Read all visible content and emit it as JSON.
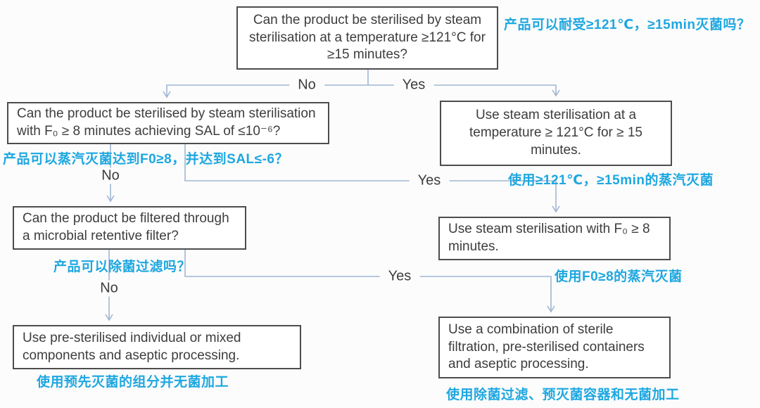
{
  "colors": {
    "connector": "#a0b6d3",
    "box_border": "#4d4d4d",
    "english_text": "#3d3d3d",
    "chinese_annotation": "#1ea7e0"
  },
  "flowchart": {
    "edge_labels": {
      "no": "No",
      "yes": "Yes"
    },
    "decisions": [
      {
        "en": "Can the product be sterilised by steam sterilisation at a temperature ≥121°C for ≥15 minutes?",
        "zh": "产品可以耐受≥121℃，≥15min灭菌吗？"
      },
      {
        "en": "Can the product be sterilised by steam sterilisation with F₀ ≥ 8 minutes achieving SAL of ≤10⁻⁶?",
        "zh": "产品可以蒸汽灭菌达到F0≥8，并达到SAL≤-6？"
      },
      {
        "en": "Can the product be filtered through a microbial retentive filter?",
        "zh": "产品可以除菌过滤吗？"
      }
    ],
    "outcomes": [
      {
        "en": "Use steam sterilisation at a temperature ≥ 121°C for ≥ 15 minutes.",
        "zh": "使用≥121℃，≥15min的蒸汽灭菌"
      },
      {
        "en": "Use steam sterilisation with F₀ ≥ 8 minutes.",
        "zh": "使用F0≥8的蒸汽灭菌"
      },
      {
        "en": "Use a combination of sterile filtration, pre-sterilised containers and aseptic processing.",
        "zh": "使用除菌过滤、预灭菌容器和无菌加工"
      },
      {
        "en": "Use pre-sterilised individual or mixed components and aseptic processing.",
        "zh": "使用预先灭菌的组分并无菌加工"
      }
    ]
  }
}
